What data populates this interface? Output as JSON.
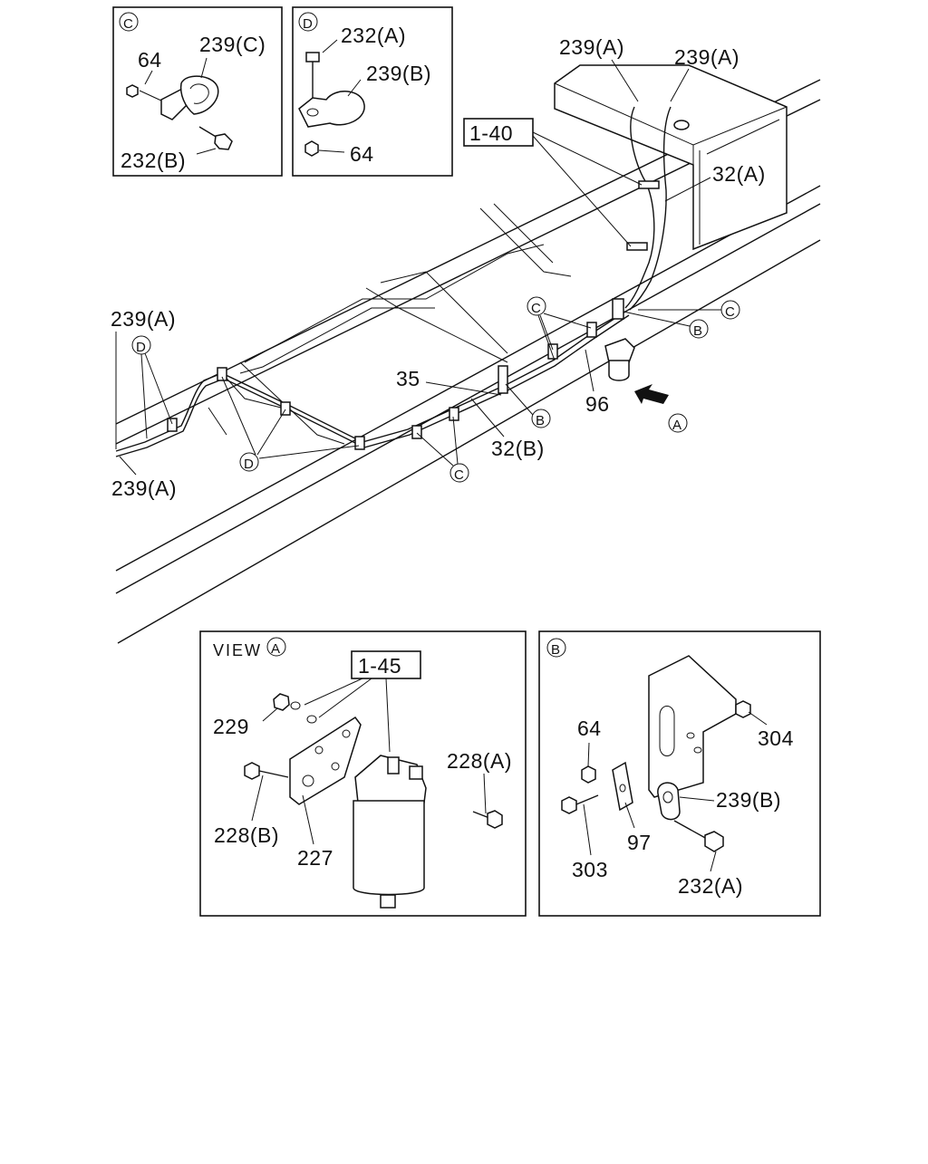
{
  "colors": {
    "ink": "#111111",
    "paper": "#ffffff"
  },
  "labels": {
    "c_letter": "C",
    "d_letter": "D",
    "b_letter": "B",
    "a_letter": "A",
    "p64": "64",
    "p239c": "239(C)",
    "p232b": "232(B)",
    "p232a": "232(A)",
    "p239b": "239(B)",
    "p239a": "239(A)",
    "p1_40": "1-40",
    "p32a": "32(A)",
    "p32b": "32(B)",
    "p35": "35",
    "p96": "96",
    "view": "VIEW",
    "p1_45": "1-45",
    "p229": "229",
    "p228a": "228(A)",
    "p228b": "228(B)",
    "p227": "227",
    "p304": "304",
    "p303": "303",
    "p97": "97"
  }
}
